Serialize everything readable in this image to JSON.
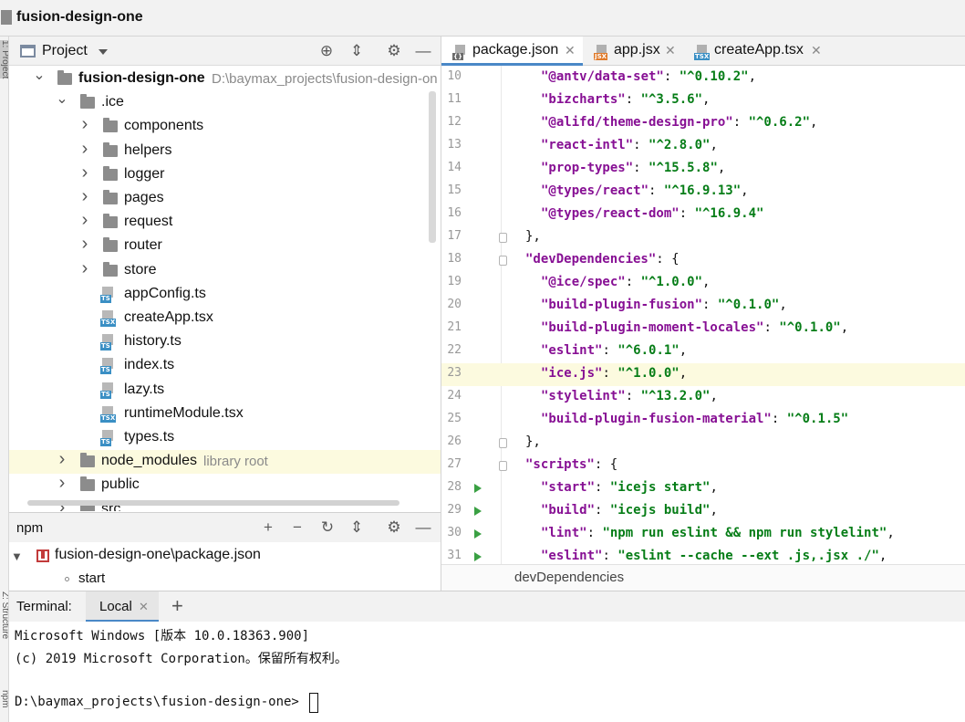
{
  "window": {
    "project_name": "fusion-design-one"
  },
  "side_strip": {
    "top_label": "1: Project",
    "bottom_label_1": "Z: Structure",
    "bottom_label_2": "npm"
  },
  "project_panel": {
    "title": "Project",
    "tree": [
      {
        "label": "fusion-design-one",
        "extra": "D:\\baymax_projects\\fusion-design-on",
        "kind": "folder",
        "bold": true,
        "depth": 0,
        "expanded": true
      },
      {
        "label": ".ice",
        "kind": "folder",
        "depth": 1,
        "expanded": true
      },
      {
        "label": "components",
        "kind": "folder",
        "depth": 2,
        "expanded": false
      },
      {
        "label": "helpers",
        "kind": "folder",
        "depth": 2,
        "expanded": false
      },
      {
        "label": "logger",
        "kind": "folder",
        "depth": 2,
        "expanded": false
      },
      {
        "label": "pages",
        "kind": "folder",
        "depth": 2,
        "expanded": false
      },
      {
        "label": "request",
        "kind": "folder",
        "depth": 2,
        "expanded": false
      },
      {
        "label": "router",
        "kind": "folder",
        "depth": 2,
        "expanded": false
      },
      {
        "label": "store",
        "kind": "folder",
        "depth": 2,
        "expanded": false
      },
      {
        "label": "appConfig.ts",
        "kind": "ts",
        "badge": "TS",
        "depth": 2
      },
      {
        "label": "createApp.tsx",
        "kind": "ts",
        "badge": "TSX",
        "depth": 2
      },
      {
        "label": "history.ts",
        "kind": "ts",
        "badge": "TS",
        "depth": 2
      },
      {
        "label": "index.ts",
        "kind": "ts",
        "badge": "TS",
        "depth": 2
      },
      {
        "label": "lazy.ts",
        "kind": "ts",
        "badge": "TS",
        "depth": 2
      },
      {
        "label": "runtimeModule.tsx",
        "kind": "ts",
        "badge": "TSX",
        "depth": 2
      },
      {
        "label": "types.ts",
        "kind": "ts",
        "badge": "TS",
        "depth": 2
      },
      {
        "label": "node_modules",
        "extra": "library root",
        "kind": "folder",
        "depth": 1,
        "expanded": false,
        "highlight": true
      },
      {
        "label": "public",
        "kind": "folder",
        "depth": 1,
        "expanded": false
      },
      {
        "label": "src",
        "kind": "folder",
        "depth": 1,
        "expanded": false
      }
    ]
  },
  "npm_panel": {
    "title": "npm",
    "package": "fusion-design-one\\package.json",
    "scripts": [
      "start"
    ]
  },
  "editor": {
    "tabs": [
      {
        "label": "package.json",
        "badge": "{}",
        "active": true,
        "badge_color": "#6b6b6b"
      },
      {
        "label": "app.jsx",
        "badge": "JSX",
        "active": false,
        "badge_color": "#e07b2c"
      },
      {
        "label": "createApp.tsx",
        "badge": "TSX",
        "active": false,
        "badge_color": "#3a8fc4"
      }
    ],
    "current_line": 23,
    "lines": [
      {
        "n": 10,
        "indent": 3,
        "key": "\"@antv/data-set\"",
        "sep": ": ",
        "val": "\"^0.10.2\"",
        "end": ","
      },
      {
        "n": 11,
        "indent": 3,
        "key": "\"bizcharts\"",
        "sep": ": ",
        "val": "\"^3.5.6\"",
        "end": ","
      },
      {
        "n": 12,
        "indent": 3,
        "key": "\"@alifd/theme-design-pro\"",
        "sep": ": ",
        "val": "\"^0.6.2\"",
        "end": ","
      },
      {
        "n": 13,
        "indent": 3,
        "key": "\"react-intl\"",
        "sep": ": ",
        "val": "\"^2.8.0\"",
        "end": ","
      },
      {
        "n": 14,
        "indent": 3,
        "key": "\"prop-types\"",
        "sep": ": ",
        "val": "\"^15.5.8\"",
        "end": ","
      },
      {
        "n": 15,
        "indent": 3,
        "key": "\"@types/react\"",
        "sep": ": ",
        "val": "\"^16.9.13\"",
        "end": ","
      },
      {
        "n": 16,
        "indent": 3,
        "key": "\"@types/react-dom\"",
        "sep": ": ",
        "val": "\"^16.9.4\"",
        "end": ""
      },
      {
        "n": 17,
        "indent": 2,
        "key": "",
        "sep": "",
        "val": "",
        "end": "},",
        "fold": true
      },
      {
        "n": 18,
        "indent": 2,
        "key": "\"devDependencies\"",
        "sep": ": ",
        "val": "",
        "end": "{",
        "fold": true
      },
      {
        "n": 19,
        "indent": 3,
        "key": "\"@ice/spec\"",
        "sep": ": ",
        "val": "\"^1.0.0\"",
        "end": ","
      },
      {
        "n": 20,
        "indent": 3,
        "key": "\"build-plugin-fusion\"",
        "sep": ": ",
        "val": "\"^0.1.0\"",
        "end": ","
      },
      {
        "n": 21,
        "indent": 3,
        "key": "\"build-plugin-moment-locales\"",
        "sep": ": ",
        "val": "\"^0.1.0\"",
        "end": ","
      },
      {
        "n": 22,
        "indent": 3,
        "key": "\"eslint\"",
        "sep": ": ",
        "val": "\"^6.0.1\"",
        "end": ","
      },
      {
        "n": 23,
        "indent": 3,
        "key": "\"ice.js\"",
        "sep": ": ",
        "val": "\"^1.0.0\"",
        "end": ","
      },
      {
        "n": 24,
        "indent": 3,
        "key": "\"stylelint\"",
        "sep": ": ",
        "val": "\"^13.2.0\"",
        "end": ","
      },
      {
        "n": 25,
        "indent": 3,
        "key": "\"build-plugin-fusion-material\"",
        "sep": ": ",
        "val": "\"^0.1.5\"",
        "end": ""
      },
      {
        "n": 26,
        "indent": 2,
        "key": "",
        "sep": "",
        "val": "",
        "end": "},",
        "fold": true
      },
      {
        "n": 27,
        "indent": 2,
        "key": "\"scripts\"",
        "sep": ": ",
        "val": "",
        "end": "{",
        "fold": true
      },
      {
        "n": 28,
        "indent": 3,
        "key": "\"start\"",
        "sep": ": ",
        "val": "\"icejs start\"",
        "end": ",",
        "run": true
      },
      {
        "n": 29,
        "indent": 3,
        "key": "\"build\"",
        "sep": ": ",
        "val": "\"icejs build\"",
        "end": ",",
        "run": true
      },
      {
        "n": 30,
        "indent": 3,
        "key": "\"lint\"",
        "sep": ": ",
        "val": "\"npm run eslint && npm run stylelint\"",
        "end": ",",
        "run": true
      },
      {
        "n": 31,
        "indent": 3,
        "key": "\"eslint\"",
        "sep": ": ",
        "val": "\"eslint --cache --ext .js,.jsx ./\"",
        "end": ",",
        "run": true
      }
    ],
    "breadcrumb": "devDependencies"
  },
  "terminal": {
    "title": "Terminal:",
    "tab": "Local",
    "lines": [
      "Microsoft Windows [版本 10.0.18363.900]",
      "(c) 2019 Microsoft Corporation。保留所有权利。",
      "",
      "D:\\baymax_projects\\fusion-design-one>"
    ]
  }
}
